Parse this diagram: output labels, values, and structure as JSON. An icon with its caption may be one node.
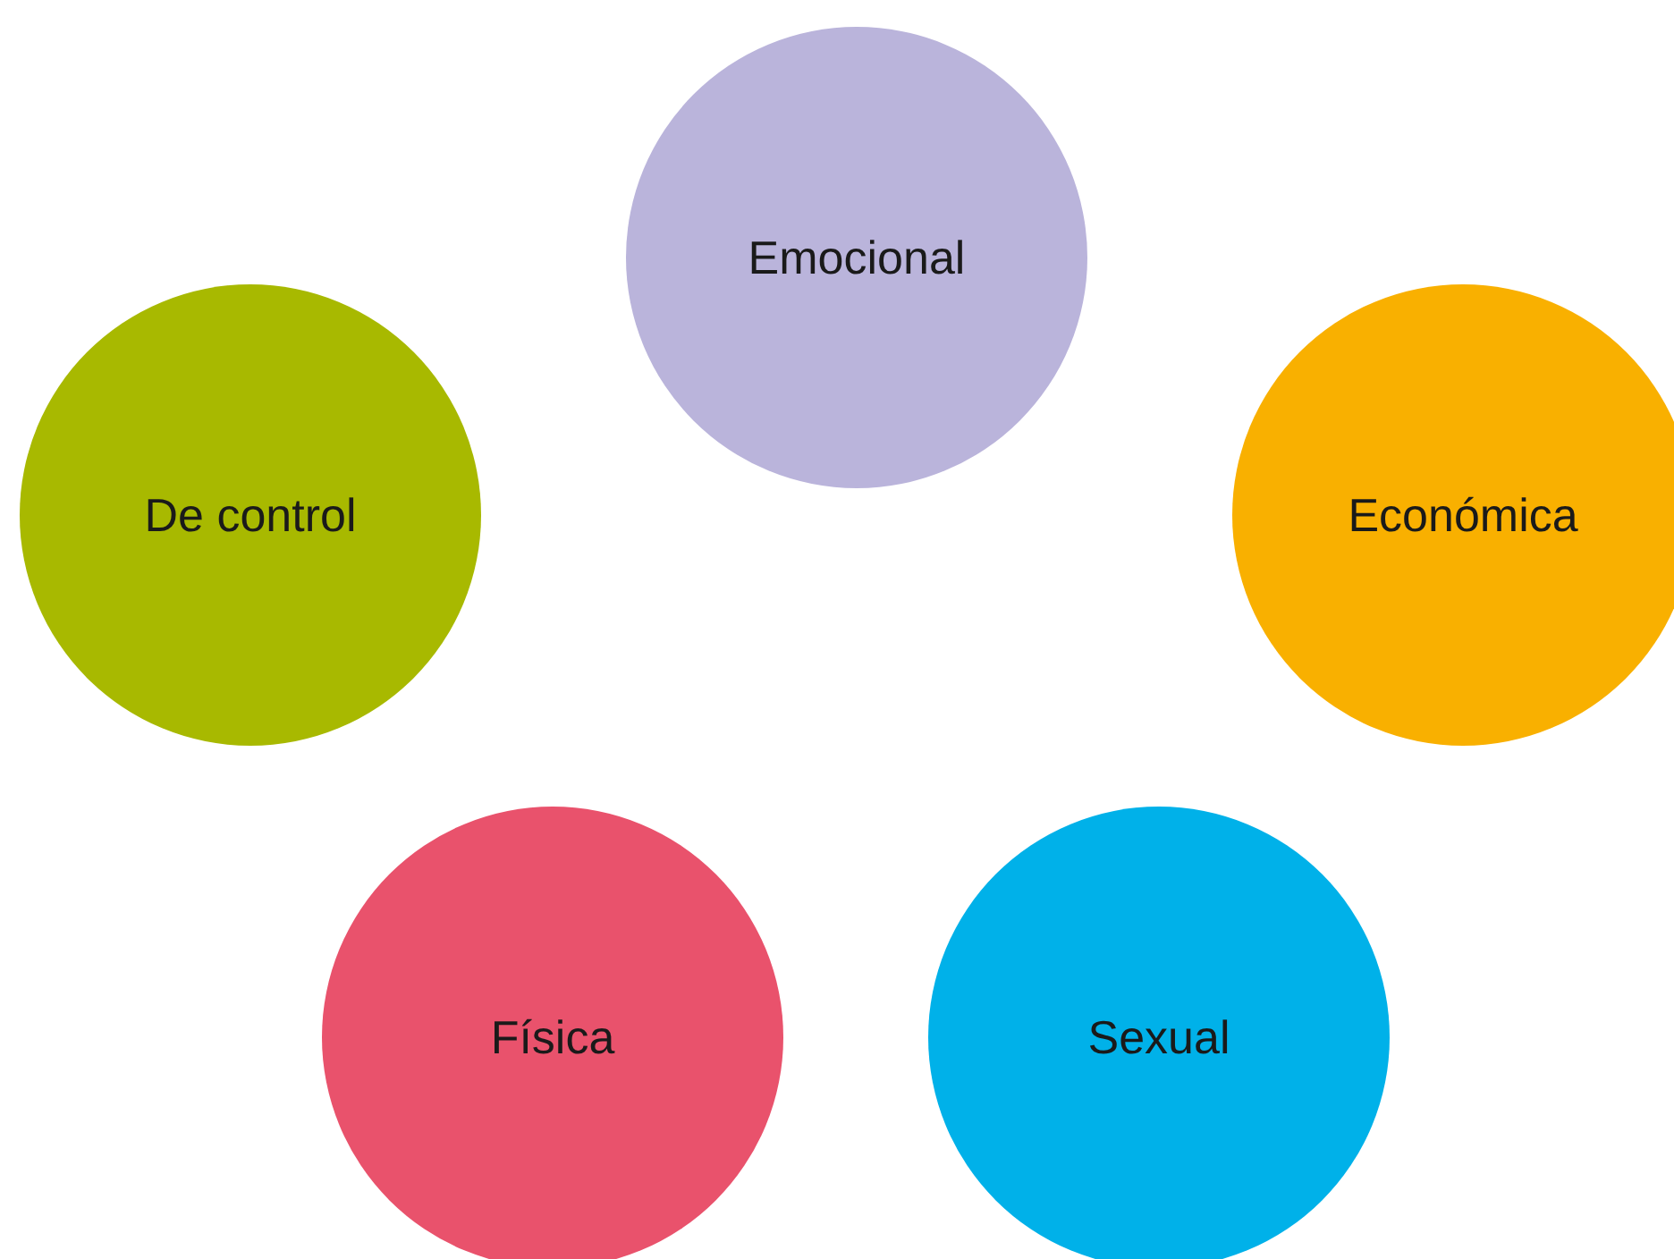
{
  "diagram": {
    "nodes": [
      {
        "text": [
          "Emocional"
        ]
      },
      {
        "text": [
          "De control"
        ]
      },
      {
        "text": [
          "Económica"
        ]
      },
      {
        "text": [
          "Física"
        ]
      },
      {
        "text": [
          "Sexual"
        ]
      }
    ]
  }
}
